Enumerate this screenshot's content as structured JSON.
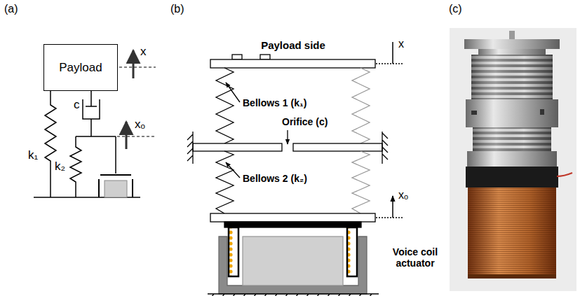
{
  "diagram": {
    "nodes": [
      {
        "text": [
          "Payload"
        ]
      }
    ],
    "labels": [
      "(a)",
      "(b)",
      "(c)",
      "x",
      "xₒ",
      "k₁",
      "c",
      "k₂",
      "Payload side",
      "x",
      "Bellows 1 (k₁)",
      "Orifice (c)",
      "Bellows 2 (k₂)",
      "xₒ",
      "Voice coil actuator"
    ]
  }
}
